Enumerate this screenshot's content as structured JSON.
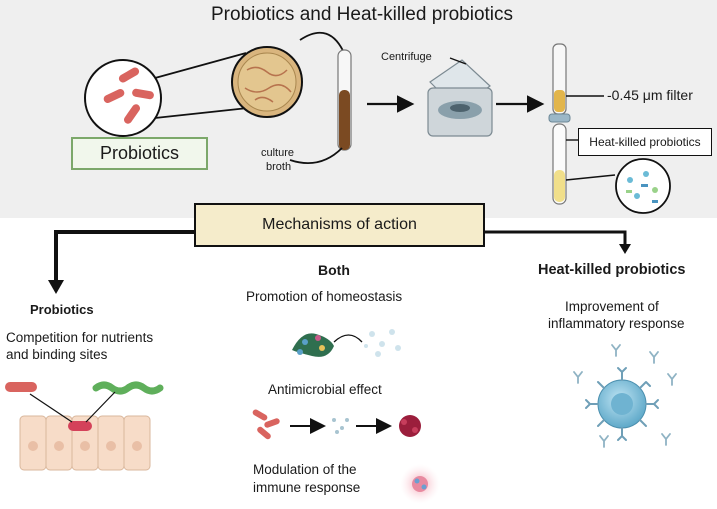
{
  "title": "Probiotics and Heat-killed probiotics",
  "top": {
    "probiotics_label": "Probiotics",
    "culture_label_line1": "culture",
    "culture_label_line2": "broth",
    "centrifuge_label": "Centrifuge",
    "filter_label": "-0.45 μm filter",
    "heat_killed_box_label": "Heat-killed probiotics"
  },
  "mechanisms": {
    "title": "Mechanisms of action"
  },
  "columns": {
    "probiotics": {
      "heading": "Probiotics",
      "item_line1": "Competition for nutrients",
      "item_line2": "and binding sites"
    },
    "both": {
      "heading": "Both",
      "item1": "Promotion of homeostasis",
      "item2": "Antimicrobial effect",
      "item3_line1": "Modulation of the",
      "item3_line2": "immune response"
    },
    "heat_killed": {
      "heading": "Heat-killed probiotics",
      "item_line1": "Improvement of",
      "item_line2": "inflammatory response"
    }
  },
  "colors": {
    "top_panel_bg": "#efefef",
    "mechanisms_box_fill": "#f5eccb",
    "probiotics_box_fill": "#f1f7ec",
    "probiotics_box_border": "#7ca86a",
    "bacteria_red": "#d9645f",
    "broth_brown": "#7b4a22",
    "arrow_black": "#111111"
  },
  "icons": [
    "bacteria-magnifier-icon",
    "petri-dish-icon",
    "culture-tube-icon",
    "centrifuge-icon",
    "filter-tube-icon",
    "supernatant-magnifier-icon",
    "epithelial-cells-icon",
    "homeostasis-microbes-icon",
    "antimicrobial-sequence-icon",
    "immune-cell-glow-icon",
    "immune-cell-antibody-icon"
  ]
}
